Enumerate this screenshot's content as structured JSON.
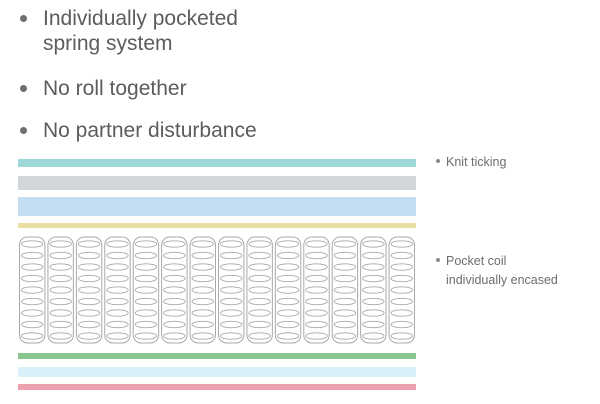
{
  "features": [
    {
      "lines": [
        "Individually pocketed",
        "spring system"
      ]
    },
    {
      "lines": [
        "No roll together"
      ]
    },
    {
      "lines": [
        "No partner disturbance"
      ]
    }
  ],
  "labels": {
    "knit_ticking": "Knit ticking",
    "pocket_coil_line1": "Pocket coil",
    "pocket_coil_line2": "individually encased"
  },
  "colors": {
    "ticking": "#9fd6d6",
    "gray_layer": "#d2d5d9",
    "blue_layer": "#c4ddf1",
    "yellow_layer": "#e8dea2",
    "green_layer": "#8ac590",
    "light_blue_layer": "#daf0f8",
    "pink_layer": "#eaa1ad",
    "coil_stroke": "#a9a9a9"
  },
  "icons": {
    "bullet": "bullet-dot-icon",
    "coil": "pocket-coil-icon"
  }
}
